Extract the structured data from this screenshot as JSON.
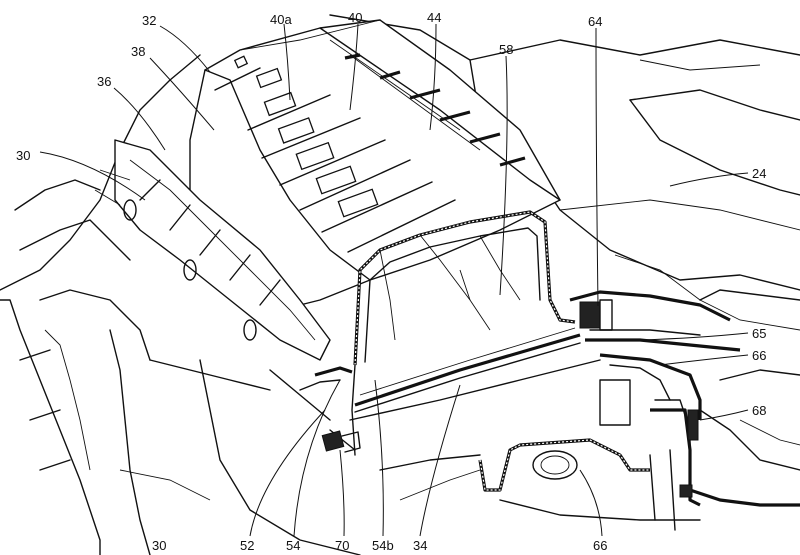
{
  "figure": {
    "labels": [
      {
        "key": "l32",
        "text": "32"
      },
      {
        "key": "l40a",
        "text": "40a"
      },
      {
        "key": "l40",
        "text": "40"
      },
      {
        "key": "l44",
        "text": "44"
      },
      {
        "key": "l58",
        "text": "58"
      },
      {
        "key": "l64",
        "text": "64"
      },
      {
        "key": "l38",
        "text": "38"
      },
      {
        "key": "l36",
        "text": "36"
      },
      {
        "key": "l30a",
        "text": "30"
      },
      {
        "key": "l24",
        "text": "24"
      },
      {
        "key": "l65",
        "text": "65"
      },
      {
        "key": "l66a",
        "text": "66"
      },
      {
        "key": "l68",
        "text": "68"
      },
      {
        "key": "l30b",
        "text": "30"
      },
      {
        "key": "l52",
        "text": "52"
      },
      {
        "key": "l54",
        "text": "54"
      },
      {
        "key": "l70",
        "text": "70"
      },
      {
        "key": "l54b",
        "text": "54b"
      },
      {
        "key": "l34",
        "text": "34"
      },
      {
        "key": "l66b",
        "text": "66"
      }
    ]
  }
}
